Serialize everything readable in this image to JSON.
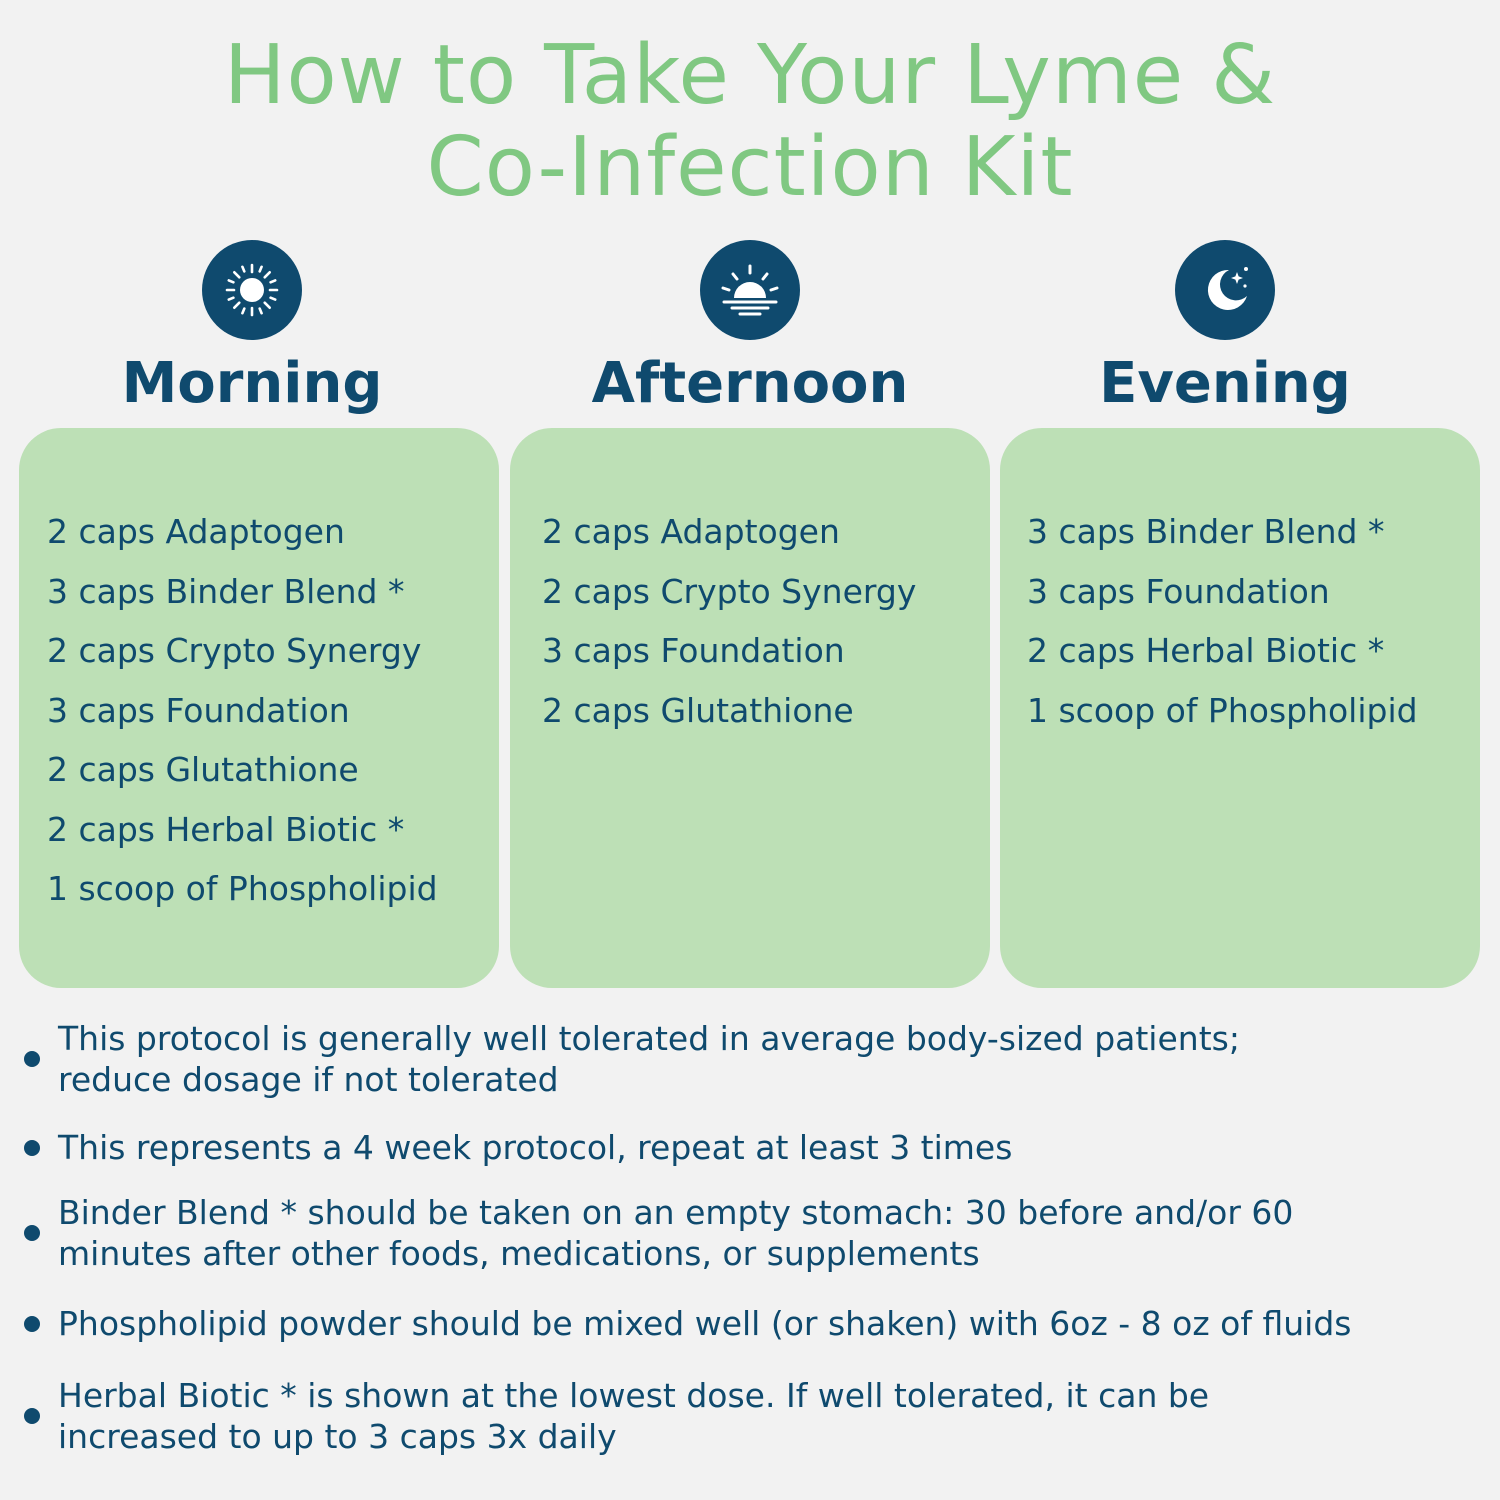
{
  "title": {
    "line1": "How to Take Your Lyme &",
    "line2": "Co-Infection Kit"
  },
  "colors": {
    "title": "#80c882",
    "accent": "#0f4a6e",
    "card": "#bde0b6",
    "background": "#f2f2f2"
  },
  "periods": [
    {
      "label": "Morning",
      "icon": "sun-icon",
      "items": [
        "2 caps Adaptogen",
        "3 caps Binder Blend *",
        "2 caps Crypto Synergy",
        "3 caps Foundation",
        "2 caps Glutathione",
        "2 caps Herbal Biotic *",
        "1 scoop of Phospholipid"
      ]
    },
    {
      "label": "Afternoon",
      "icon": "sunrise-icon",
      "items": [
        "2 caps Adaptogen",
        "2 caps Crypto Synergy",
        "3 caps Foundation",
        "2 caps Glutathione"
      ]
    },
    {
      "label": "Evening",
      "icon": "moon-stars-icon",
      "items": [
        "3 caps Binder Blend *",
        "3 caps Foundation",
        "2 caps Herbal Biotic *",
        "1 scoop of Phospholipid"
      ]
    }
  ],
  "notes": [
    {
      "line1": "This protocol is generally well tolerated in average body-sized patients;",
      "line2": "reduce dosage if not tolerated"
    },
    {
      "line1": "This represents a 4 week protocol, repeat at least 3 times",
      "line2": ""
    },
    {
      "line1": "Binder Blend * should be taken on an empty stomach: 30 before and/or 60",
      "line2": "minutes after other foods, medications, or supplements"
    },
    {
      "line1": "Phospholipid powder should be mixed well (or shaken) with 6oz - 8 oz of fluids",
      "line2": ""
    },
    {
      "line1": "Herbal Biotic * is shown at the lowest dose. If well tolerated, it can be",
      "line2": "increased to up to 3 caps 3x daily"
    }
  ]
}
